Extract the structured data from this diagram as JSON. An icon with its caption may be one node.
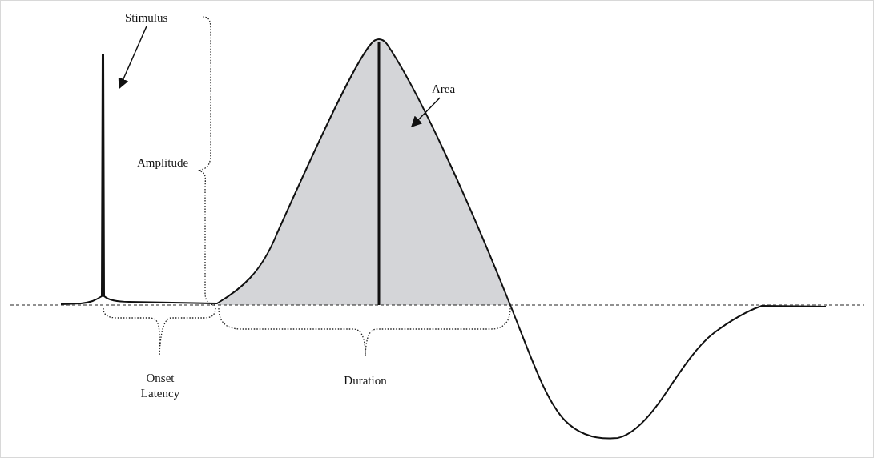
{
  "diagram": {
    "nodes": [
      {
        "text": [
          "Stimulus"
        ]
      },
      {
        "text": [
          "Area"
        ]
      }
    ],
    "edges": [
      {
        "from": 0,
        "to": null,
        "arrow": "to"
      },
      {
        "from": 1,
        "to": null,
        "arrow": "to"
      }
    ],
    "labels": [
      "Amplitude",
      "Onset Latency",
      "Duration"
    ]
  }
}
